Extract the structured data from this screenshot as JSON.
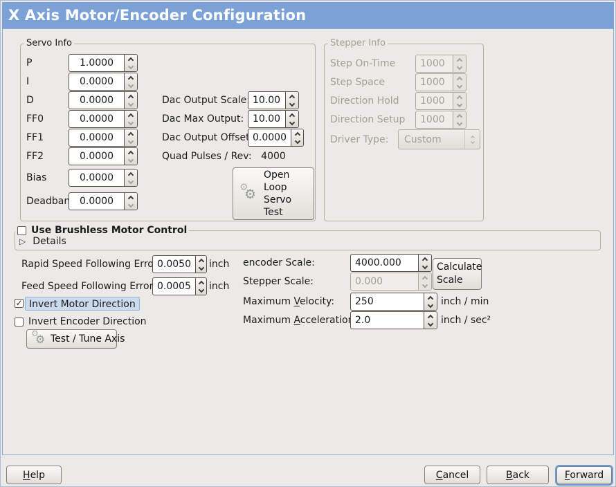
{
  "window": {
    "title": "X Axis Motor/Encoder Configuration"
  },
  "servo_info": {
    "title": "Servo Info",
    "rows": [
      {
        "label": "P",
        "value": "1.0000"
      },
      {
        "label": "I",
        "value": "0.0000"
      },
      {
        "label": "D",
        "value": "0.0000"
      },
      {
        "label": "FF0",
        "value": "0.0000"
      },
      {
        "label": "FF1",
        "value": "0.0000"
      },
      {
        "label": "FF2",
        "value": "0.0000"
      },
      {
        "label": "Bias",
        "value": "0.0000"
      },
      {
        "label": "Deadband",
        "value": "0.0000"
      }
    ],
    "dac_output_scale_label": "Dac Output Scale:",
    "dac_output_scale": "10.00",
    "dac_max_output_label": "Dac Max Output:",
    "dac_max_output": "10.00",
    "dac_output_offset_label": "Dac Output Offset:",
    "dac_output_offset": "0.0000",
    "quad_pulses_label": "Quad Pulses / Rev:",
    "quad_pulses": "4000",
    "open_loop_test_button": "Open Loop Servo Test"
  },
  "stepper_info": {
    "title": "Stepper Info",
    "rows": [
      {
        "label": "Step On-Time",
        "value": "1000"
      },
      {
        "label": "Step Space",
        "value": "1000"
      },
      {
        "label": "Direction Hold",
        "value": "1000"
      },
      {
        "label": "Direction Setup",
        "value": "1000"
      }
    ],
    "driver_type_label": "Driver Type:",
    "driver_type_value": "Custom"
  },
  "brushless": {
    "checkbox_label": "Use Brushless Motor Control",
    "details_label": "Details"
  },
  "errors": {
    "rapid_label": "Rapid Speed Following Error:",
    "rapid_value": "0.0050",
    "rapid_unit": "inch",
    "feed_label": "Feed Speed Following Error:",
    "feed_value": "0.0005",
    "feed_unit": "inch"
  },
  "scales": {
    "encoder_label": "encoder Scale:",
    "encoder_value": "4000.000",
    "calculate_button": "Calculate Scale",
    "stepper_label": "Stepper Scale:",
    "stepper_value": "0.000",
    "max_velocity_label": {
      "pre": "Maximum ",
      "key": "V",
      "post": "elocity:"
    },
    "max_velocity_value": "250",
    "max_velocity_unit": "inch / min",
    "max_accel_label": {
      "pre": "Maximum ",
      "key": "A",
      "post": "cceleration:"
    },
    "max_accel_value": "2.0",
    "max_accel_unit": "inch / sec²"
  },
  "direction": {
    "invert_motor_label": "Invert Motor Direction",
    "invert_encoder_label": "Invert Encoder Direction",
    "test_tune_button": "Test / Tune Axis"
  },
  "action_bar": {
    "help": {
      "key": "H",
      "post": "elp"
    },
    "cancel": {
      "key": "C",
      "post": "ancel"
    },
    "back": {
      "key": "B",
      "post": "ack"
    },
    "forward": {
      "key": "F",
      "post": "orward"
    }
  },
  "icons": {
    "gear": "⚙",
    "check": "✓",
    "expander_collapsed": "▷"
  },
  "colors": {
    "header_bg": "#7BA1D7",
    "window_bg": "#ECEAE6",
    "content_border": "#8FABD4",
    "frame_border": "#B3AEA6",
    "highlight_bg": "#CBDAED",
    "focus_ring": "#6D9BD3"
  }
}
